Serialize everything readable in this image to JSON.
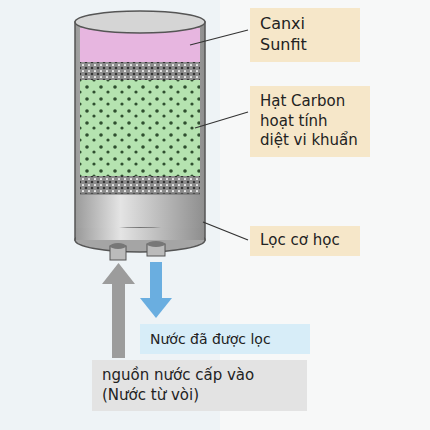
{
  "diagram": {
    "nodes": [
      {
        "text": [
          "Canxi Sunfit"
        ]
      },
      {
        "text": [
          "Hạt Carbon hoạt tính diệt vi khuẩn"
        ]
      },
      {
        "text": [
          "Lọc cơ học"
        ]
      },
      {
        "text": [
          "Nước đã được lọc"
        ]
      },
      {
        "text": [
          "nguồn nước cấp vào (Nước từ vòi)"
        ]
      }
    ]
  }
}
